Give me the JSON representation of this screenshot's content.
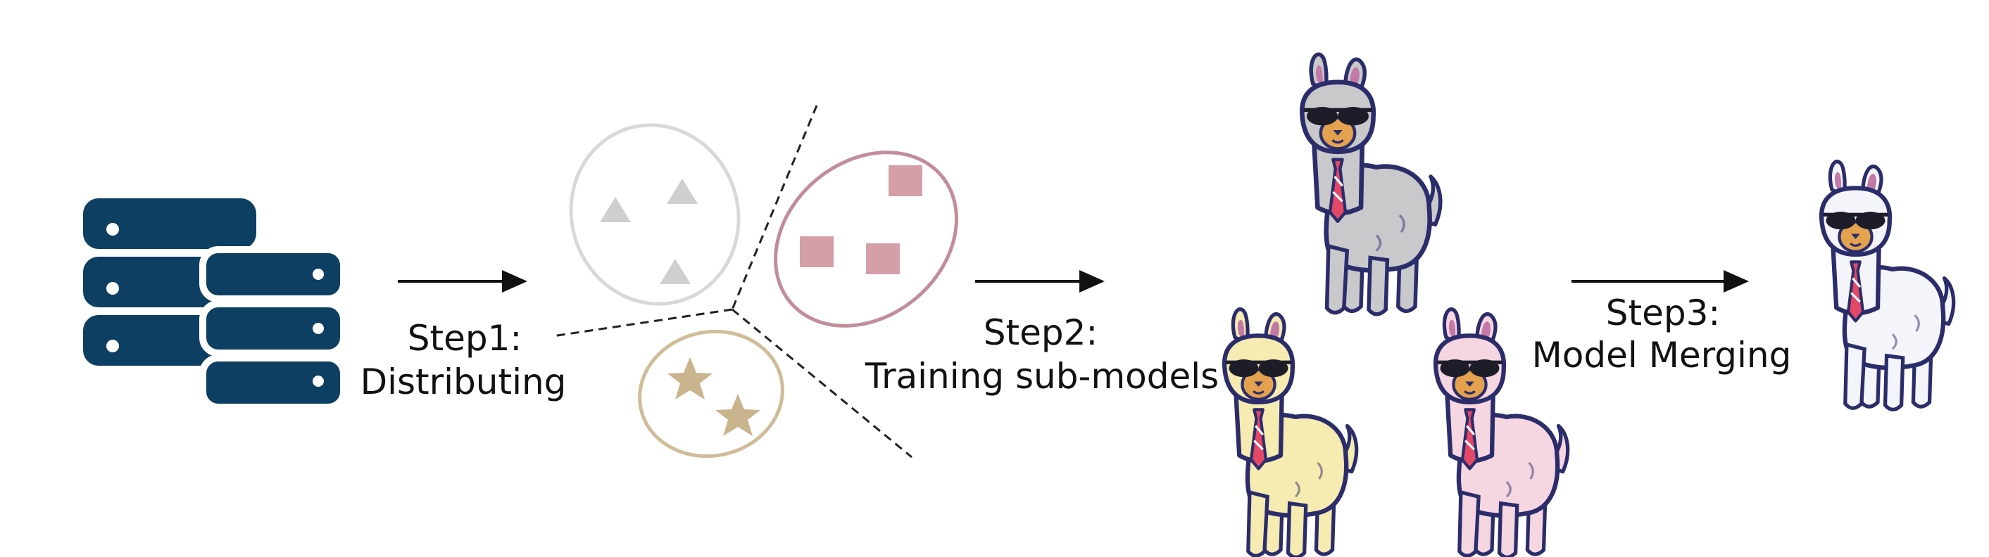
{
  "steps": {
    "step1": {
      "line1": "Step1:",
      "line2": "Distributing"
    },
    "step2": {
      "line1": "Step2:",
      "line2": "Training sub-models"
    },
    "step3": {
      "line1": "Step3:",
      "line2": "Model Merging"
    }
  },
  "icons": {
    "database": "database-icon",
    "partitions": [
      "triangles-cluster",
      "squares-cluster",
      "stars-cluster"
    ],
    "llamas": [
      "gray-llama",
      "yellow-llama",
      "pink-llama",
      "merged-white-llama"
    ]
  },
  "colors": {
    "database": "#0d3f63",
    "triangle_cluster": "#cfcfcf",
    "square_cluster": "#c28d98",
    "star_cluster": "#c9b48e",
    "llama_outline": "#2b2d6b",
    "llama_gray": "#c9c9cc",
    "llama_yellow": "#f6ebb0",
    "llama_pink": "#f6d6e0",
    "llama_white": "#f4f4fb"
  }
}
